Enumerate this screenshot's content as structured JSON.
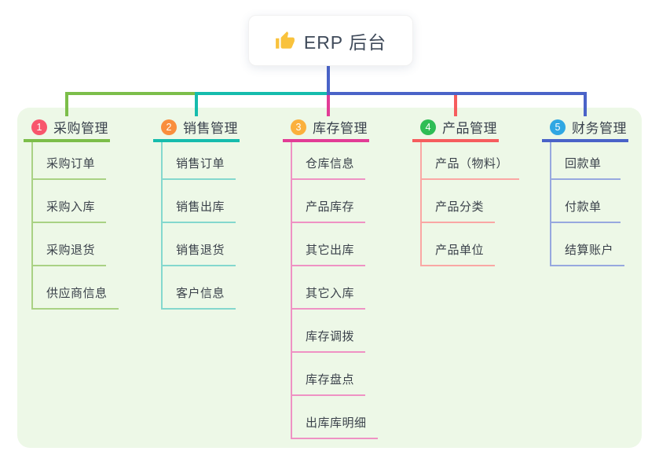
{
  "root": {
    "label": "ERP 后台",
    "icon": "thumbs-up-icon",
    "icon_color": "#F9C23C",
    "stem_color": "#4A63C8"
  },
  "colors": {
    "page_background": "#FFFFFF",
    "canvas_background": "#EDF8E7"
  },
  "branches": [
    {
      "index": "1",
      "label": "采购管理",
      "color": "#7CBE4A",
      "light_color": "#A9D284",
      "badge_color": "#F8566C",
      "children": [
        "采购订单",
        "采购入库",
        "采购退货",
        "供应商信息"
      ]
    },
    {
      "index": "2",
      "label": "销售管理",
      "color": "#16BCAD",
      "light_color": "#84D8CE",
      "badge_color": "#F98E3D",
      "children": [
        "销售订单",
        "销售出库",
        "销售退货",
        "客户信息"
      ]
    },
    {
      "index": "3",
      "label": "库存管理",
      "color": "#E23C96",
      "light_color": "#EF92C4",
      "badge_color": "#FBB03C",
      "children": [
        "仓库信息",
        "产品库存",
        "其它出库",
        "其它入库",
        "库存调拨",
        "库存盘点",
        "出库库明细"
      ]
    },
    {
      "index": "4",
      "label": "产品管理",
      "color": "#F65D5E",
      "light_color": "#FAA7A4",
      "badge_color": "#2EBD55",
      "children": [
        "产品（物料）",
        "产品分类",
        "产品单位"
      ]
    },
    {
      "index": "5",
      "label": "财务管理",
      "color": "#4A63C8",
      "light_color": "#97A8DF",
      "badge_color": "#2FA7E3",
      "children": [
        "回款单",
        "付款单",
        "结算账户"
      ]
    }
  ]
}
